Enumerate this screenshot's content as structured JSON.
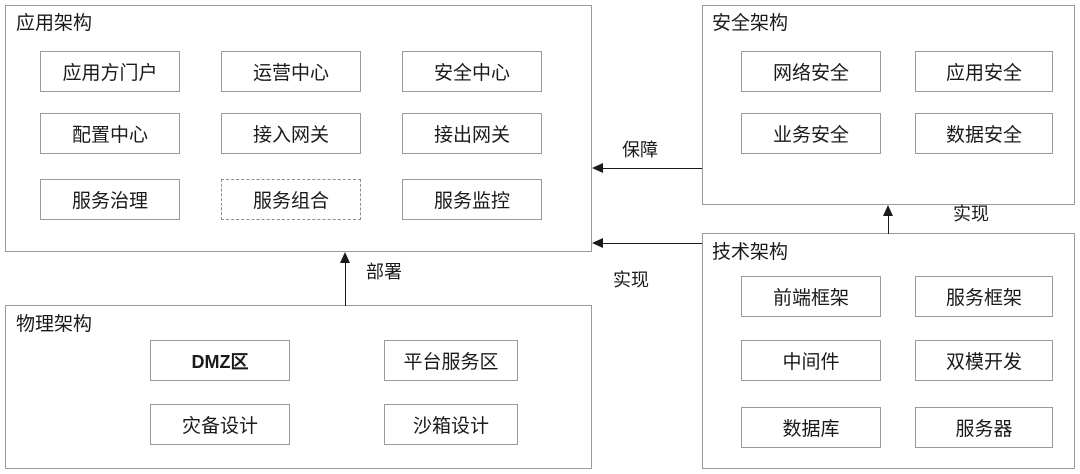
{
  "diagram": {
    "background": "#ffffff",
    "border_color": "#9a9a9a",
    "text_color": "#1a1a1a",
    "arrow_color": "#1a1a1a"
  },
  "panels": {
    "application": {
      "title": "应用架构",
      "nodes": [
        {
          "label": "应用方门户",
          "style": "solid"
        },
        {
          "label": "运营中心",
          "style": "solid"
        },
        {
          "label": "安全中心",
          "style": "solid"
        },
        {
          "label": "配置中心",
          "style": "solid"
        },
        {
          "label": "接入网关",
          "style": "solid"
        },
        {
          "label": "接出网关",
          "style": "solid"
        },
        {
          "label": "服务治理",
          "style": "solid"
        },
        {
          "label": "服务组合",
          "style": "dashed"
        },
        {
          "label": "服务监控",
          "style": "solid"
        }
      ]
    },
    "physical": {
      "title": "物理架构",
      "nodes": [
        {
          "label": "DMZ区",
          "style": "bold-latin"
        },
        {
          "label": "平台服务区",
          "style": "solid"
        },
        {
          "label": "灾备设计",
          "style": "solid"
        },
        {
          "label": "沙箱设计",
          "style": "solid"
        }
      ]
    },
    "security": {
      "title": "安全架构",
      "nodes": [
        {
          "label": "网络安全",
          "style": "solid"
        },
        {
          "label": "应用安全",
          "style": "solid"
        },
        {
          "label": "业务安全",
          "style": "solid"
        },
        {
          "label": "数据安全",
          "style": "solid"
        }
      ]
    },
    "technical": {
      "title": "技术架构",
      "nodes": [
        {
          "label": "前端框架",
          "style": "solid"
        },
        {
          "label": "服务框架",
          "style": "solid"
        },
        {
          "label": "中间件",
          "style": "solid"
        },
        {
          "label": "双模开发",
          "style": "solid"
        },
        {
          "label": "数据库",
          "style": "solid"
        },
        {
          "label": "服务器",
          "style": "solid"
        }
      ]
    }
  },
  "edges": [
    {
      "label": "保障",
      "from": "security",
      "to": "application",
      "direction": "left"
    },
    {
      "label": "实现",
      "from": "technical",
      "to": "application",
      "direction": "left"
    },
    {
      "label": "实现",
      "from": "technical",
      "to": "security",
      "direction": "up"
    },
    {
      "label": "部署",
      "from": "physical",
      "to": "application",
      "direction": "up"
    }
  ]
}
